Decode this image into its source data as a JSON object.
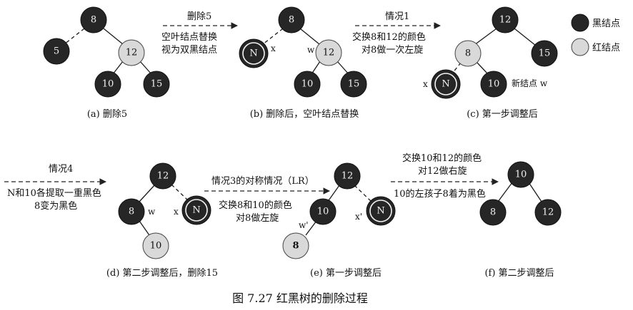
{
  "figure": {
    "title": "图 7.27    红黑树的删除过程",
    "legend": {
      "black_label": "黑结点",
      "red_label": "红结点"
    },
    "panels": {
      "a": {
        "caption": "(a) 删除5",
        "root": "8",
        "left": "5",
        "right": "12",
        "rl": "10",
        "rr": "15"
      },
      "b": {
        "caption": "(b) 删除后，空叶结点替换",
        "root": "8",
        "left": "N",
        "right": "12",
        "rl": "10",
        "rr": "15",
        "label_x": "x",
        "label_w": "w"
      },
      "c": {
        "caption": "(c) 第一步调整后",
        "root": "12",
        "left": "8",
        "right": "15",
        "ll": "N",
        "lr": "10",
        "label_x": "x",
        "label_w": "新结点 w"
      },
      "d": {
        "caption": "(d) 第二步调整后，删除15",
        "root": "12",
        "left": "8",
        "right": "N",
        "lr": "10",
        "label_w": "w",
        "label_x": "x"
      },
      "e": {
        "caption": "(e) 第一步调整后",
        "root": "12",
        "left": "10",
        "right": "N",
        "ll": "8",
        "label_w": "w'",
        "label_x": "x'"
      },
      "f": {
        "caption": "(f) 第二步调整后",
        "root": "10",
        "left": "8",
        "right": "12"
      }
    },
    "steps": {
      "s1": {
        "line1": "删除5",
        "line2": "空叶结点替换",
        "line3": "视为双黑结点"
      },
      "s2": {
        "line1": "情况1",
        "line2": "交换8和12的颜色",
        "line3": "对8做一次左旋"
      },
      "s3": {
        "line1": "情况4",
        "line2": "N和10各提取一重黑色",
        "line3": "8变为黑色"
      },
      "s4": {
        "line1": "情况3的对称情况（LR）",
        "line2": "交换8和10的颜色",
        "line3": "对8做左旋"
      },
      "s5": {
        "line1": "交换10和12的颜色",
        "line2": "对12做右旋",
        "line3": "10的左孩子8着为黑色"
      }
    },
    "colors": {
      "black_node": "#262626",
      "red_node": "#d9d9d9"
    }
  }
}
